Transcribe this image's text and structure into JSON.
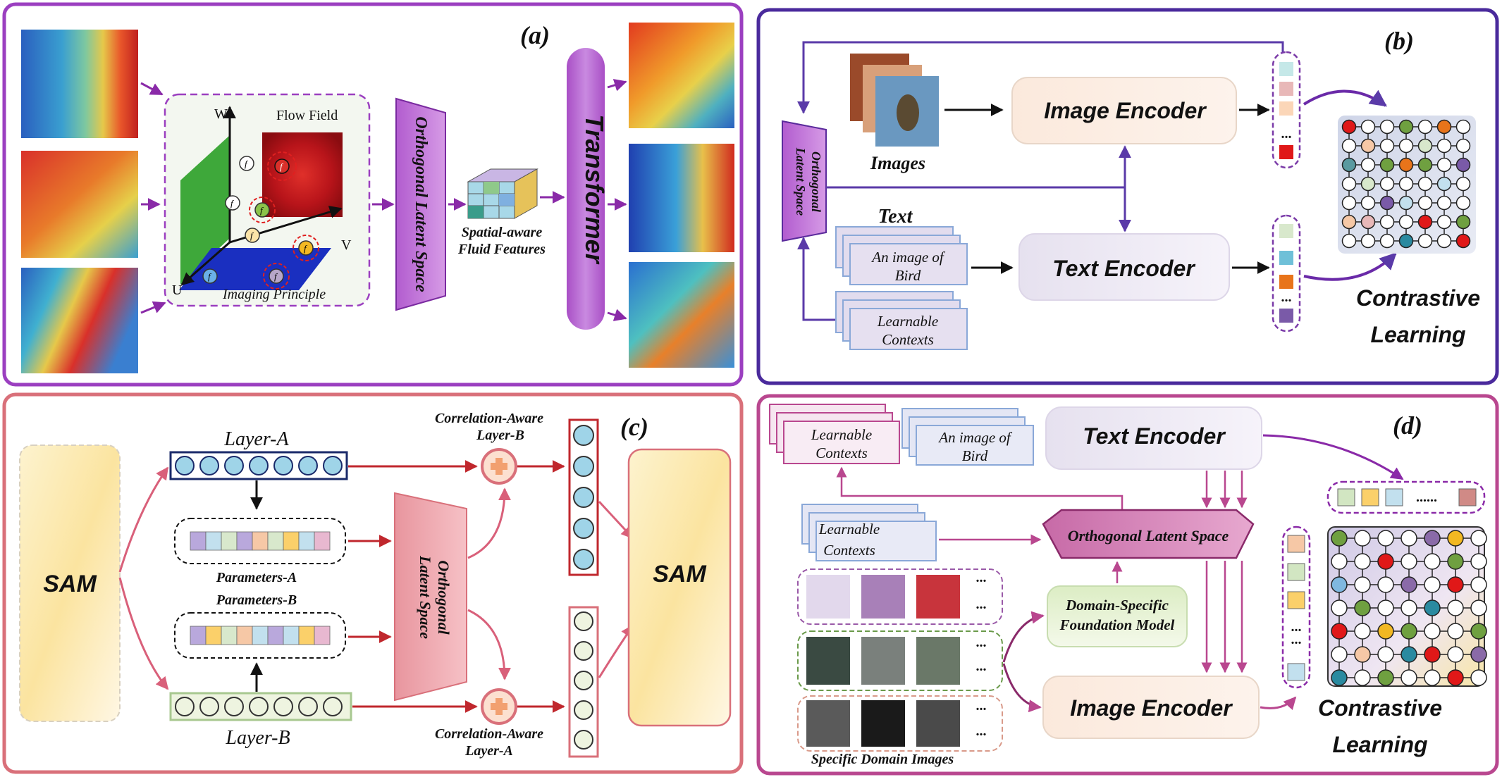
{
  "panel_a": {
    "label": "(a)",
    "axis_w": "W",
    "axis_v": "V",
    "axis_u": "U",
    "f_symbol": "f",
    "flow_field": "Flow Field",
    "imaging_principle": "Imaging Principle",
    "latent_space": "Orthogonal Latent Space",
    "features_line1": "Spatial-aware",
    "features_line2": "Fluid Features",
    "transformer": "Transformer"
  },
  "panel_b": {
    "label": "(b)",
    "latent_line1": "Orthogonal",
    "latent_line2": "Latent Space",
    "images": "Images",
    "text": "Text",
    "image_encoder": "Image Encoder",
    "text_encoder": "Text Encoder",
    "card1_line1": "An image of",
    "card1_line2": "Bird",
    "card2_line1": "Learnable",
    "card2_line2": "Contexts",
    "ellipsis": "...",
    "contrastive_line1": "Contrastive",
    "contrastive_line2": "Learning"
  },
  "panel_c": {
    "label": "(c)",
    "sam_left": "SAM",
    "sam_right": "SAM",
    "layer_a": "Layer-A",
    "layer_b": "Layer-B",
    "params_a": "Parameters-A",
    "params_b": "Parameters-B",
    "corr_top_line1": "Correlation-Aware",
    "corr_top_line2": "Layer-B",
    "corr_bottom_line1": "Correlation-Aware",
    "corr_bottom_line2": "Layer-A",
    "latent_line1": "Orthogonal",
    "latent_line2": "Latent Space"
  },
  "panel_d": {
    "label": "(d)",
    "text_encoder": "Text Encoder",
    "image_encoder": "Image Encoder",
    "card_learnable_line1": "Learnable",
    "card_learnable_line2": "Contexts",
    "card_bird_line1": "An image of",
    "card_bird_line2": "Bird",
    "card_learnable2_line1": "Learnable",
    "card_learnable2_line2": "Contexts",
    "latent": "Orthogonal Latent Space",
    "foundation_line1": "Domain-Specific",
    "foundation_line2": "Foundation Model",
    "ellipsis": "...",
    "dots": "......",
    "specific_images": "Specific Domain Images",
    "contrastive_line1": "Contrastive",
    "contrastive_line2": "Learning"
  },
  "colors": {
    "panel_a_border": "#9b3fc0",
    "panel_b_border": "#4a2a9c",
    "panel_c_border": "#d9707a",
    "panel_d_border": "#b9478f",
    "arrow_purple": "#8a2aa8",
    "arrow_red": "#c0272d"
  }
}
